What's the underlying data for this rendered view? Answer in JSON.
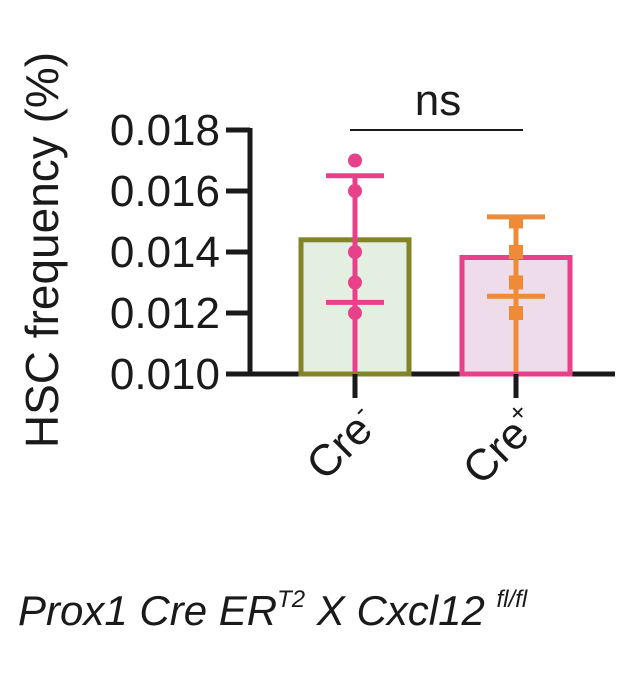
{
  "chart_data": {
    "type": "bar",
    "ylabel": "HSC frequency (%)",
    "ylim": [
      0.01,
      0.018
    ],
    "yticks": [
      "0.010",
      "0.012",
      "0.014",
      "0.016",
      "0.018"
    ],
    "categories": [
      {
        "base": "Cre",
        "sup": "-"
      },
      {
        "base": "Cre",
        "sup": "+"
      }
    ],
    "bars": [
      {
        "mean": 0.0144,
        "err_low": 0.01235,
        "err_high": 0.0165,
        "points": [
          0.017,
          0.016,
          0.014,
          0.013,
          0.012
        ],
        "fill": "#e3f0e1",
        "stroke": "#838327",
        "err_color": "#e8418a",
        "marker": "circle"
      },
      {
        "mean": 0.01382,
        "err_low": 0.01255,
        "err_high": 0.01515,
        "points": [
          0.015,
          0.014,
          0.013,
          0.012
        ],
        "fill": "#efdcea",
        "stroke": "#e8418a",
        "err_color": "#ef8a37",
        "marker": "square"
      }
    ],
    "significance": {
      "label": "ns"
    }
  },
  "caption": {
    "part1": "Prox1 Cre ER",
    "sup1": "T2",
    "part2": " X Cxcl12 ",
    "sup2": "fl/fl"
  }
}
